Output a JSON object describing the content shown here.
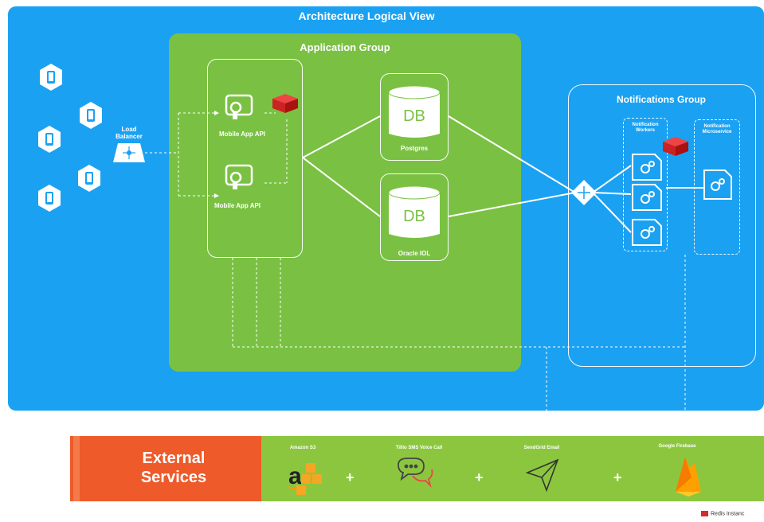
{
  "diagram": {
    "title": "Architecture Logical View",
    "app_group": {
      "title": "Application Group",
      "api_1": "Mobile App API",
      "api_2": "Mobile App API",
      "db_1": {
        "icon_text": "DB",
        "name": "Postgres"
      },
      "db_2": {
        "icon_text": "DB",
        "name": "Oracle IOL"
      }
    },
    "load_balancer": "Load\nBalancer",
    "notifications_group": {
      "title": "Notifications Group",
      "workers": "Notification\nWorkers",
      "microservice": "Notification\nMicroservice"
    },
    "external": {
      "label_line1": "External",
      "label_line2": "Services",
      "services": [
        {
          "name": "Amazon S3",
          "icon": "amazon-s3-icon"
        },
        {
          "name": "Tillio SMS Voice Call",
          "icon": "chat-icon"
        },
        {
          "name": "SendGrid Email",
          "icon": "paper-plane-icon"
        },
        {
          "name": "Google Firebase",
          "icon": "firebase-icon"
        }
      ],
      "plus": "+"
    },
    "legend": "Redis Instanc"
  },
  "colors": {
    "main_bg": "#1ba1f2",
    "app_group_bg": "#7ac143",
    "external_label_bg": "#ee5a2a",
    "services_bg": "#8cc63f",
    "redis": "#d62b2b"
  }
}
